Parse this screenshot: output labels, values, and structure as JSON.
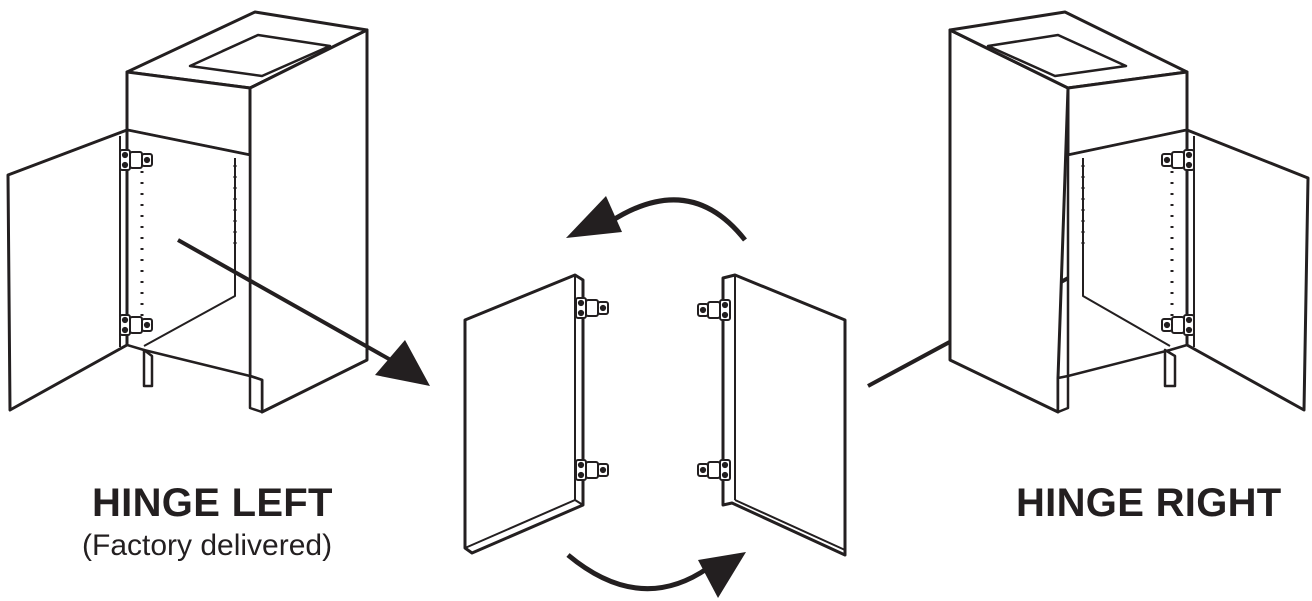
{
  "labels": {
    "hinge_left": "HINGE LEFT",
    "hinge_left_note": "(Factory delivered)",
    "hinge_right": "HINGE RIGHT"
  },
  "colors": {
    "ink": "#231f20",
    "panel": "#ffffff",
    "background": "#ffffff"
  },
  "icons": {
    "left_cabinet": "cabinet-door-open-left-icon",
    "right_cabinet": "cabinet-door-open-right-icon",
    "door_left": "door-panel-left-hinge-icon",
    "door_right": "door-panel-right-hinge-icon",
    "swap_arrows": "curved-swap-arrows-icon"
  }
}
